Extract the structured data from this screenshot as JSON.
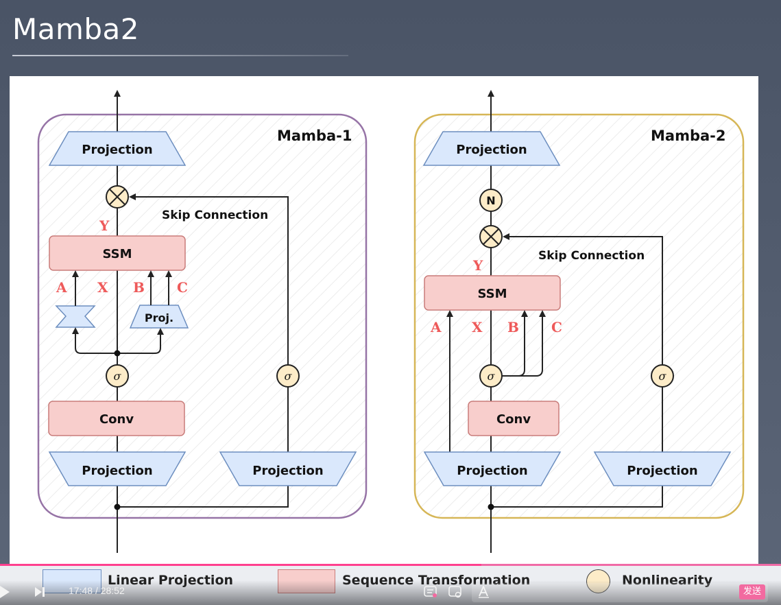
{
  "slide": {
    "title": "Mamba2"
  },
  "blocks": {
    "mamba1": {
      "title": "Mamba-1",
      "skip_label": "Skip Connection",
      "projection": "Projection",
      "ssm": "SSM",
      "conv": "Conv",
      "proj_small": "Proj.",
      "sigma": "σ",
      "letters": {
        "y": "Y",
        "a": "A",
        "x": "X",
        "b": "B",
        "c": "C"
      }
    },
    "mamba2": {
      "title": "Mamba-2",
      "skip_label": "Skip Connection",
      "projection": "Projection",
      "ssm": "SSM",
      "conv": "Conv",
      "norm": "N",
      "sigma": "σ",
      "letters": {
        "y": "Y",
        "a": "A",
        "x": "X",
        "b": "B",
        "c": "C"
      }
    }
  },
  "legend": {
    "linear": "Linear Projection",
    "sequence": "Sequence Transformation",
    "nonlinearity": "Nonlinearity"
  },
  "player": {
    "time_current": "17:48",
    "time_total": "28:52",
    "time_separator": "/",
    "progress": 0.6166,
    "send_label": "发送",
    "icons": [
      "play-icon",
      "next-icon",
      "danmaku-toggle-icon",
      "danmaku-settings-icon",
      "danmaku-style-icon"
    ]
  },
  "colors": {
    "projection_fill": "#dae8fc",
    "projection_stroke": "#6c8ebf",
    "seq_fill": "#f8cecc",
    "seq_stroke": "#c97c7a",
    "nonlin_fill": "#fdecc8",
    "mamba1_border": "#9673a6",
    "mamba2_border": "#d6b656",
    "letter_red": "#ee5a5a",
    "accent_pink": "#f26aa0"
  }
}
